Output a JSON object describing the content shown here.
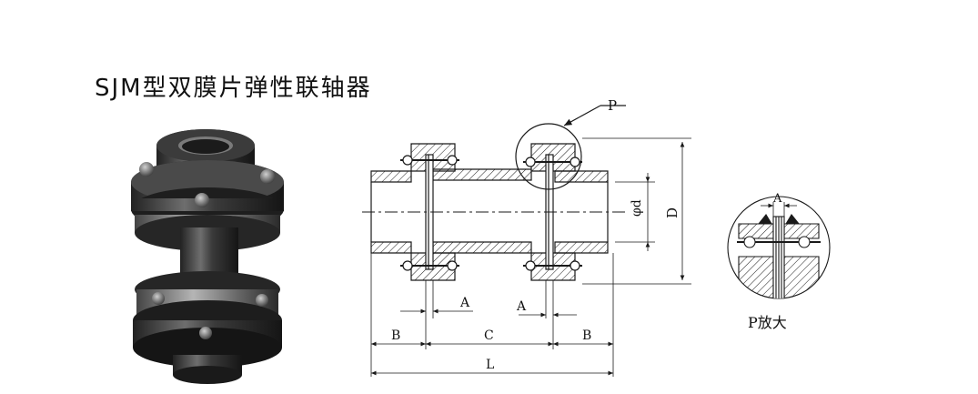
{
  "title": "SJM型双膜片弹性联轴器",
  "drawing": {
    "detail_callout": "P",
    "dim_phi_d": "φd",
    "dim_D": "D",
    "dim_A": "A",
    "dim_B": "B",
    "dim_C": "C",
    "dim_L": "L",
    "detail_caption": "P放大"
  },
  "colors": {
    "line": "#1a1a1a",
    "metal_dark": "#2b2b2b",
    "metal_light": "#9a9a9a"
  }
}
